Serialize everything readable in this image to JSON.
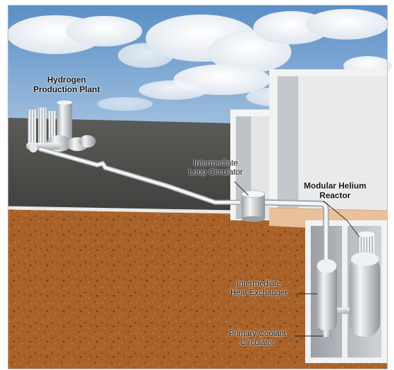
{
  "labels": {
    "hydrogen_plant": [
      "Hydrogen",
      "Production Plant"
    ],
    "loop_circulator": [
      "Intermediate",
      "Loop Circulator"
    ],
    "helium_reactor": [
      "Modular Helium",
      "Reactor"
    ],
    "heat_exchanger": [
      "Intermediate",
      "Heat Exchanger"
    ],
    "coolant_circulator": [
      "Primary Coolant",
      "Circulator"
    ]
  },
  "colors": {
    "sky": "#6f9fcc",
    "ground_surface": "#4a4a48",
    "soil": "#a9622a",
    "wall": "#f2f2f2",
    "wall_shadow": "#b9bcc0",
    "floor": "#e8c09a",
    "equipment": "#dcdfe2"
  }
}
